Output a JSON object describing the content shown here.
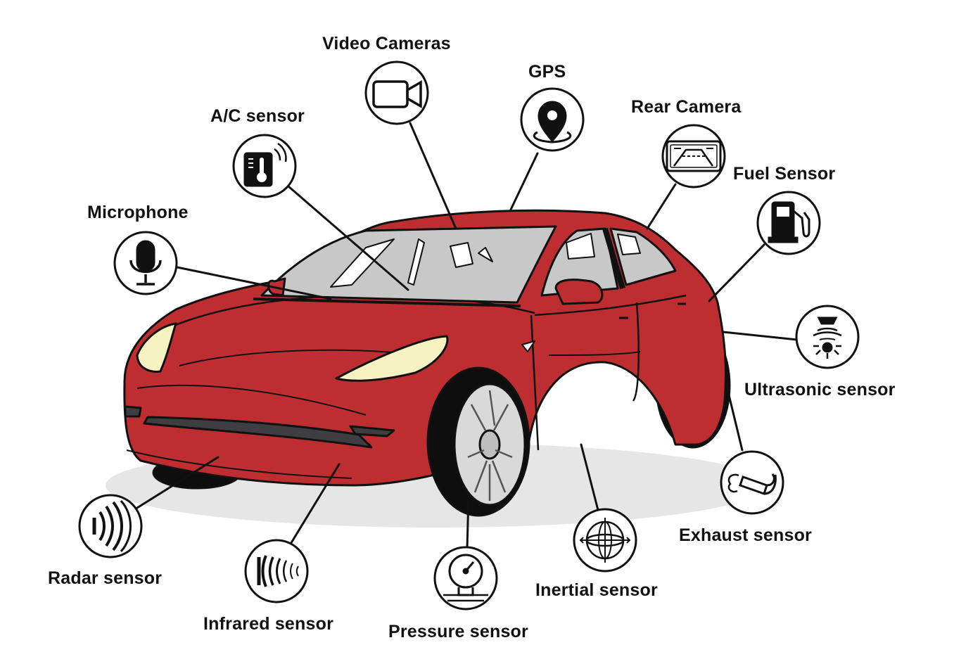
{
  "colors": {
    "car_body": "#BE2E30",
    "car_body_dark": "#8F1F22",
    "glass": "#C8C8C8",
    "headlight": "#F6F2C2",
    "trim": "#3E3E40",
    "tire": "#0E0E0E",
    "rim": "#D9D9D9",
    "outline": "#111111",
    "shadow": "#E6E6E6"
  },
  "sensors": [
    {
      "id": "video-cameras",
      "label": "Video Cameras",
      "icon": "video-camera-icon"
    },
    {
      "id": "gps",
      "label": "GPS",
      "icon": "map-pin-icon"
    },
    {
      "id": "ac-sensor",
      "label": "A/C sensor",
      "icon": "thermometer-icon"
    },
    {
      "id": "rear-camera",
      "label": "Rear Camera",
      "icon": "rear-camera-display-icon"
    },
    {
      "id": "fuel-sensor",
      "label": "Fuel Sensor",
      "icon": "fuel-pump-icon"
    },
    {
      "id": "microphone",
      "label": "Microphone",
      "icon": "microphone-icon"
    },
    {
      "id": "ultrasonic-sensor",
      "label": "Ultrasonic sensor",
      "icon": "ultrasonic-waves-icon"
    },
    {
      "id": "exhaust-sensor",
      "label": "Exhaust sensor",
      "icon": "exhaust-pipe-icon"
    },
    {
      "id": "radar-sensor",
      "label": "Radar sensor",
      "icon": "radar-waves-icon"
    },
    {
      "id": "infrared-sensor",
      "label": "Infrared sensor",
      "icon": "infrared-waves-icon"
    },
    {
      "id": "pressure-sensor",
      "label": "Pressure sensor",
      "icon": "pressure-gauge-icon"
    },
    {
      "id": "inertial-sensor",
      "label": "Inertial sensor",
      "icon": "gyroscope-icon"
    }
  ]
}
